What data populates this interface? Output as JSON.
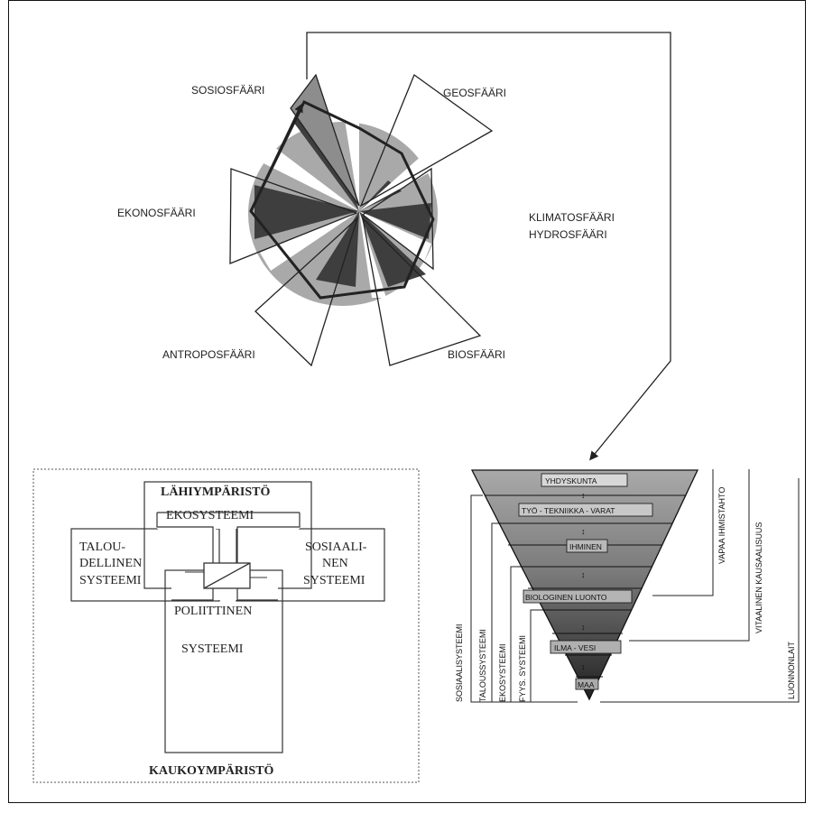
{
  "spheres": {
    "sosio": "SOSIOSFÄÄRI",
    "geo": "GEOSFÄÄRI",
    "ekono": "EKONOSFÄÄRI",
    "klimato": "KLIMATOSFÄÄRI",
    "hydro": "HYDROSFÄÄRI",
    "antropo": "ANTROPOSFÄÄRI",
    "bio": "BIOSFÄÄRI"
  },
  "environment": {
    "near": "LÄHIYMPÄRISTÖ",
    "far": "KAUKOYMPÄRISTÖ",
    "eco": "EKOSYSTEEMI",
    "econ_1": "TALOU-",
    "econ_2": "DELLINEN",
    "econ_3": "SYSTEEMI",
    "social_1": "SOSIAALI-",
    "social_2": "NEN",
    "social_3": "SYSTEEMI",
    "political_1": "POLIITTINEN",
    "political_2": "SYSTEEMI"
  },
  "pyramid": {
    "levels": [
      "YHDYSKUNTA",
      "TYÖ - TEKNIIKKA - VARAT",
      "IHMINEN",
      "BIOLOGINEN LUONTO",
      "ILMA - VESI",
      "MAA"
    ],
    "arrows": "↕",
    "vertical_left": [
      "SOSIAALISYSTEEMI",
      "TALOUSSYSTEEMI",
      "EKOSYSTEEMI",
      "FYYS. SYSTEEMI"
    ],
    "vertical_right": [
      "VAPAA IHMISTAHTO",
      "VITAALINEN KAUSAALISUUS",
      "LUONNONLAIT"
    ]
  }
}
